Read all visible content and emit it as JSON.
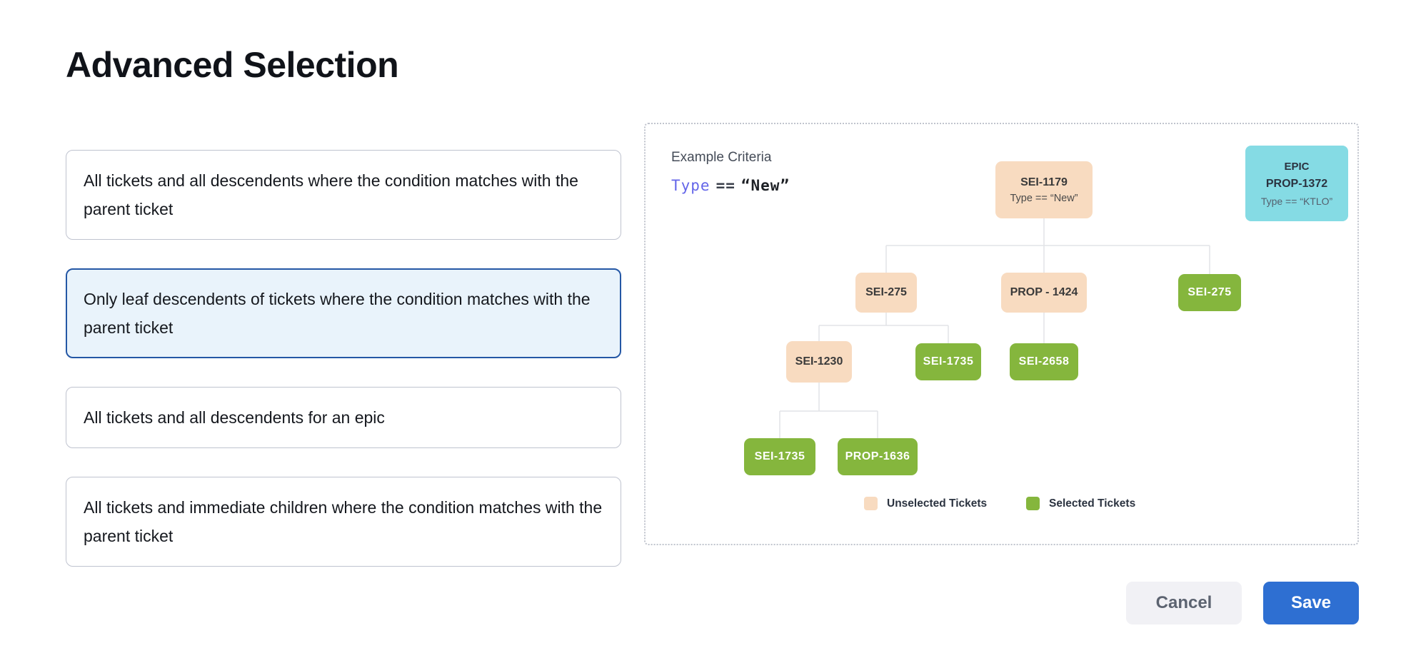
{
  "title": "Advanced Selection",
  "options": [
    {
      "label": "All tickets and all descendents where the condition matches with the parent ticket",
      "selected": false
    },
    {
      "label": "Only leaf descendents of tickets where the condition matches with the parent ticket",
      "selected": true
    },
    {
      "label": "All tickets and all descendents for an epic",
      "selected": false
    },
    {
      "label": "All tickets and immediate children where the condition matches with the parent ticket",
      "selected": false
    }
  ],
  "example": {
    "heading": "Example Criteria",
    "criteria": {
      "field": "Type",
      "operator": "==",
      "value": "“New”"
    },
    "epic_card": {
      "line1": "EPIC",
      "line2": "PROP-1372",
      "line3": "Type == “KTLO”"
    },
    "tree": {
      "nodes": [
        {
          "label": "SEI-1179",
          "sub": "Type == “New”",
          "state": "unselected"
        },
        {
          "label": "SEI-275",
          "state": "unselected"
        },
        {
          "label": "PROP - 1424",
          "state": "unselected"
        },
        {
          "label": "SEI-275",
          "state": "selected"
        },
        {
          "label": "SEI-1230",
          "state": "unselected"
        },
        {
          "label": "SEI-1735",
          "state": "selected"
        },
        {
          "label": "SEI-2658",
          "state": "selected"
        },
        {
          "label": "SEI-1735",
          "state": "selected"
        },
        {
          "label": "PROP-1636",
          "state": "selected"
        }
      ]
    },
    "legend": [
      {
        "label": "Unselected Tickets",
        "color": "#f8dbc0"
      },
      {
        "label": "Selected Tickets",
        "color": "#85b63d"
      }
    ]
  },
  "footer": {
    "cancel_label": "Cancel",
    "save_label": "Save"
  },
  "colors": {
    "selected_card_border": "#2457a5",
    "selected_card_bg": "#e9f3fb",
    "unselected_node": "#f8dbc0",
    "selected_node": "#85b63d",
    "epic_card": "#85dbe4",
    "save_button": "#2e6fd2",
    "criteria_field": "#6466e9"
  }
}
